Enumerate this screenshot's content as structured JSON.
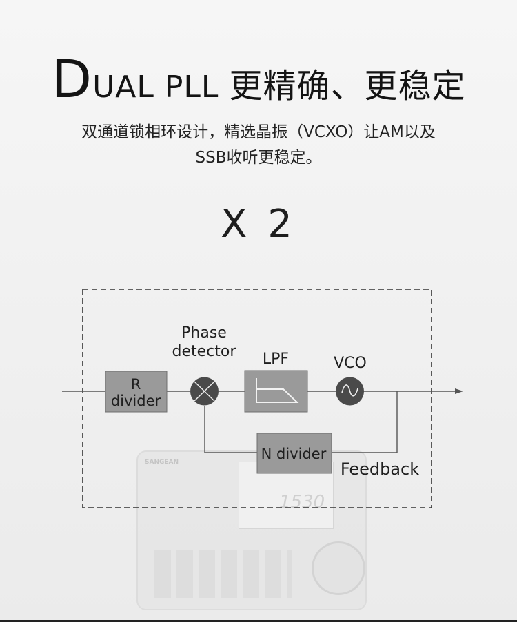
{
  "header": {
    "title_initial": "D",
    "title_rest": "UAL PLL ",
    "title_cn": "更精确、更稳定",
    "subtitle_line1": "双通道锁相环设计，精选晶振（VCXO）让AM以及",
    "subtitle_line2": "SSB收听更稳定。",
    "multiplier": "X 2"
  },
  "diagram": {
    "blocks": {
      "r_divider_line1": "R",
      "r_divider_line2": "divider",
      "phase_detector_line1": "Phase",
      "phase_detector_line2": "detector",
      "lpf": "LPF",
      "vco": "VCO",
      "n_divider": "N divider",
      "feedback": "Feedback"
    },
    "icons": {
      "phase_detector": "cross-circle-icon",
      "lpf": "lowpass-curve-icon",
      "vco": "sine-wave-icon",
      "output": "arrow-right-icon"
    },
    "colors": {
      "block_fill": "#9a9a9a",
      "circle_fill": "#4a4a4a",
      "line": "#555555"
    }
  },
  "background": {
    "brand": "SANGEAN",
    "display_freq": "1530"
  }
}
